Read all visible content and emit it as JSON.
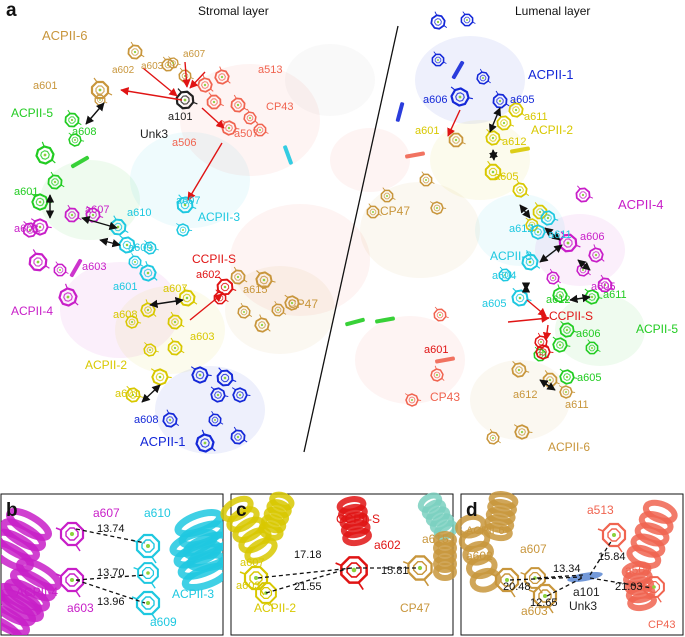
{
  "panels": {
    "a": "a",
    "b": "b",
    "c": "c",
    "d": "d"
  },
  "headers": {
    "stromal": "Stromal layer",
    "lumenal": "Lumenal layer"
  },
  "colors": {
    "acpii1": "#1428d8",
    "acpii2": "#d8c800",
    "acpii3": "#1ec8e0",
    "acpii4": "#c81ec8",
    "acpii5": "#22cc22",
    "acpii6": "#c8963c",
    "ccpii_s": "#e01414",
    "cp43": "#f06450",
    "cp47": "#c8963c",
    "unk3": "#222222",
    "arrow_red": "#e01414",
    "arrow_black": "#111111"
  },
  "stromal_labels": [
    {
      "text": "ACPII-6",
      "key": "acpii6"
    },
    {
      "text": "a601",
      "key": "acpii6"
    },
    {
      "text": "a602",
      "key": "acpii6"
    },
    {
      "text": "a603",
      "key": "acpii6"
    },
    {
      "text": "a607",
      "key": "acpii6"
    },
    {
      "text": "a513",
      "key": "cp43"
    },
    {
      "text": "a101",
      "key": "unk3"
    },
    {
      "text": "CP43",
      "key": "cp43"
    },
    {
      "text": "Unk3",
      "key": "unk3"
    },
    {
      "text": "a507",
      "key": "cp43"
    },
    {
      "text": "a506",
      "key": "cp43"
    },
    {
      "text": "ACPII-5",
      "key": "acpii5"
    },
    {
      "text": "a608",
      "key": "acpii5"
    },
    {
      "text": "a601",
      "key": "acpii5"
    },
    {
      "text": "a607",
      "key": "acpii4"
    },
    {
      "text": "a608",
      "key": "acpii4"
    },
    {
      "text": "a603",
      "key": "acpii4"
    },
    {
      "text": "ACPII-4",
      "key": "acpii4"
    },
    {
      "text": "a610",
      "key": "acpii3"
    },
    {
      "text": "a609",
      "key": "acpii3"
    },
    {
      "text": "a607",
      "key": "acpii3"
    },
    {
      "text": "ACPII-3",
      "key": "acpii3"
    },
    {
      "text": "CCPII-S",
      "key": "ccpii_s"
    },
    {
      "text": "a602",
      "key": "ccpii_s"
    },
    {
      "text": "a601",
      "key": "acpii3"
    },
    {
      "text": "a607",
      "key": "acpii2"
    },
    {
      "text": "a608",
      "key": "acpii2"
    },
    {
      "text": "a603",
      "key": "acpii2"
    },
    {
      "text": "a615",
      "key": "cp47"
    },
    {
      "text": "CP47",
      "key": "cp47"
    },
    {
      "text": "ACPII-2",
      "key": "acpii2"
    },
    {
      "text": "a601",
      "key": "acpii2"
    },
    {
      "text": "a608",
      "key": "acpii1"
    },
    {
      "text": "ACPII-1",
      "key": "acpii1"
    }
  ],
  "lumenal_labels": [
    {
      "text": "ACPII-1",
      "key": "acpii1"
    },
    {
      "text": "a606",
      "key": "acpii1"
    },
    {
      "text": "a605",
      "key": "acpii1"
    },
    {
      "text": "a611",
      "key": "acpii2"
    },
    {
      "text": "ACPII-2",
      "key": "acpii2"
    },
    {
      "text": "a612",
      "key": "acpii2"
    },
    {
      "text": "a601",
      "key": "acpii2"
    },
    {
      "text": "CP47",
      "key": "cp47"
    },
    {
      "text": "a605",
      "key": "acpii2"
    },
    {
      "text": "ACPII-4",
      "key": "acpii4"
    },
    {
      "text": "a612",
      "key": "acpii3"
    },
    {
      "text": "a611",
      "key": "acpii3"
    },
    {
      "text": "a606",
      "key": "acpii4"
    },
    {
      "text": "ACPII-3",
      "key": "acpii3"
    },
    {
      "text": "a604",
      "key": "acpii3"
    },
    {
      "text": "a605",
      "key": "acpii4"
    },
    {
      "text": "a612",
      "key": "acpii5"
    },
    {
      "text": "a611",
      "key": "acpii5"
    },
    {
      "text": "a605",
      "key": "acpii3"
    },
    {
      "text": "CCPII-S",
      "key": "ccpii_s"
    },
    {
      "text": "ACPII-5",
      "key": "acpii5"
    },
    {
      "text": "a606",
      "key": "acpii5"
    },
    {
      "text": "a601",
      "key": "ccpii_s"
    },
    {
      "text": "a605",
      "key": "acpii5"
    },
    {
      "text": "CP43",
      "key": "cp43"
    },
    {
      "text": "a612",
      "key": "acpii6"
    },
    {
      "text": "a611",
      "key": "acpii6"
    },
    {
      "text": "ACPII-6",
      "key": "acpii6"
    }
  ],
  "panel_b": {
    "labels": [
      {
        "text": "a607",
        "key": "acpii4"
      },
      {
        "text": "a610",
        "key": "acpii3"
      },
      {
        "text": "ACPII-4",
        "key": "acpii4"
      },
      {
        "text": "a603",
        "key": "acpii4"
      },
      {
        "text": "a609",
        "key": "acpii3"
      },
      {
        "text": "ACPII-3",
        "key": "acpii3"
      }
    ],
    "distances": [
      "13.74",
      "13.70",
      "13.96"
    ]
  },
  "panel_c": {
    "labels": [
      {
        "text": "CCPII-S",
        "key": "ccpii_s"
      },
      {
        "text": "a602",
        "key": "ccpii_s"
      },
      {
        "text": "a615",
        "key": "cp47"
      },
      {
        "text": "a607",
        "key": "acpii2"
      },
      {
        "text": "a603",
        "key": "acpii2"
      },
      {
        "text": "ACPII-2",
        "key": "acpii2"
      },
      {
        "text": "CP47",
        "key": "cp47"
      }
    ],
    "distances": [
      "17.18",
      "21.55",
      "15.81"
    ]
  },
  "panel_d": {
    "labels": [
      {
        "text": "ACPII-6",
        "key": "acpii6"
      },
      {
        "text": "a602",
        "key": "acpii6"
      },
      {
        "text": "a607",
        "key": "acpii6"
      },
      {
        "text": "a513",
        "key": "cp43"
      },
      {
        "text": "a603",
        "key": "acpii6"
      },
      {
        "text": "a101",
        "key": "unk3"
      },
      {
        "text": "Unk3",
        "key": "unk3"
      },
      {
        "text": "a507",
        "key": "cp43"
      },
      {
        "text": "CP43",
        "key": "cp43"
      }
    ],
    "distances": [
      "13.34",
      "15.84",
      "20.48",
      "12.65",
      "21.03"
    ]
  }
}
